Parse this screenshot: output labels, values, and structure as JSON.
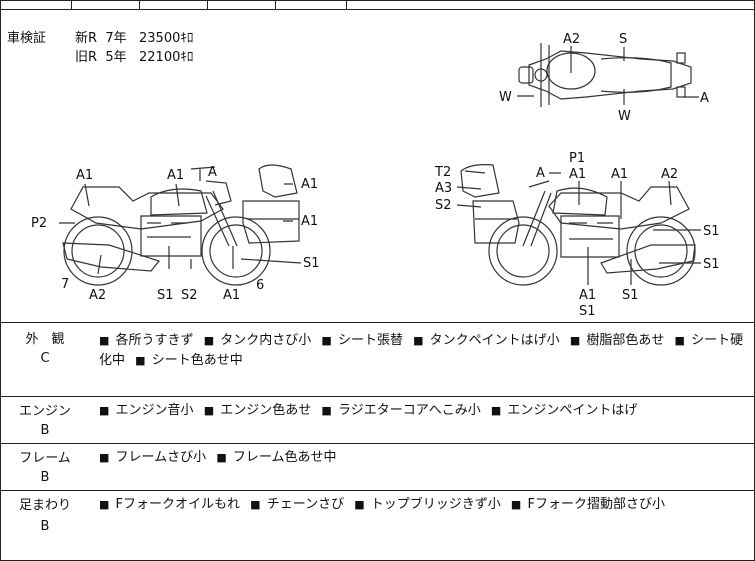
{
  "registration": {
    "label": "車検証",
    "lines": [
      {
        "type": "新R",
        "year": "7年",
        "km": "23500ｷﾛ"
      },
      {
        "type": "旧R",
        "year": "5年",
        "km": "22100ｷﾛ"
      }
    ]
  },
  "diagram_labels": {
    "top_view": [
      "A2",
      "S",
      "W",
      "W",
      "A"
    ],
    "left_view": [
      "A1",
      "A1",
      "A",
      "A1",
      "P2",
      "A1",
      "7",
      "A2",
      "S1",
      "S2",
      "A1",
      "6",
      "S1"
    ],
    "right_view": [
      "T2",
      "A3",
      "S2",
      "A",
      "P1",
      "A1",
      "A1",
      "A2",
      "S1",
      "S1",
      "A1",
      "S1",
      "S1"
    ]
  },
  "sections": [
    {
      "name": "外　観",
      "grade": "C",
      "items": [
        "各所うすきず",
        "タンク内さび小",
        "シート張替",
        "タンクペイントはげ小",
        "樹脂部色あせ",
        "シート硬化中",
        "シート色あせ中"
      ]
    },
    {
      "name": "エンジン",
      "grade": "B",
      "items": [
        "エンジン音小",
        "エンジン色あせ",
        "ラジエターコアへこみ小",
        "エンジンペイントはげ"
      ]
    },
    {
      "name": "フレーム",
      "grade": "B",
      "items": [
        "フレームさび小",
        "フレーム色あせ中"
      ]
    },
    {
      "name": "足まわり",
      "grade": "B",
      "items": [
        "Fフォークオイルもれ",
        "チェーンさび",
        "トップブリッジきず小",
        "Fフォーク摺動部さび小"
      ]
    }
  ]
}
